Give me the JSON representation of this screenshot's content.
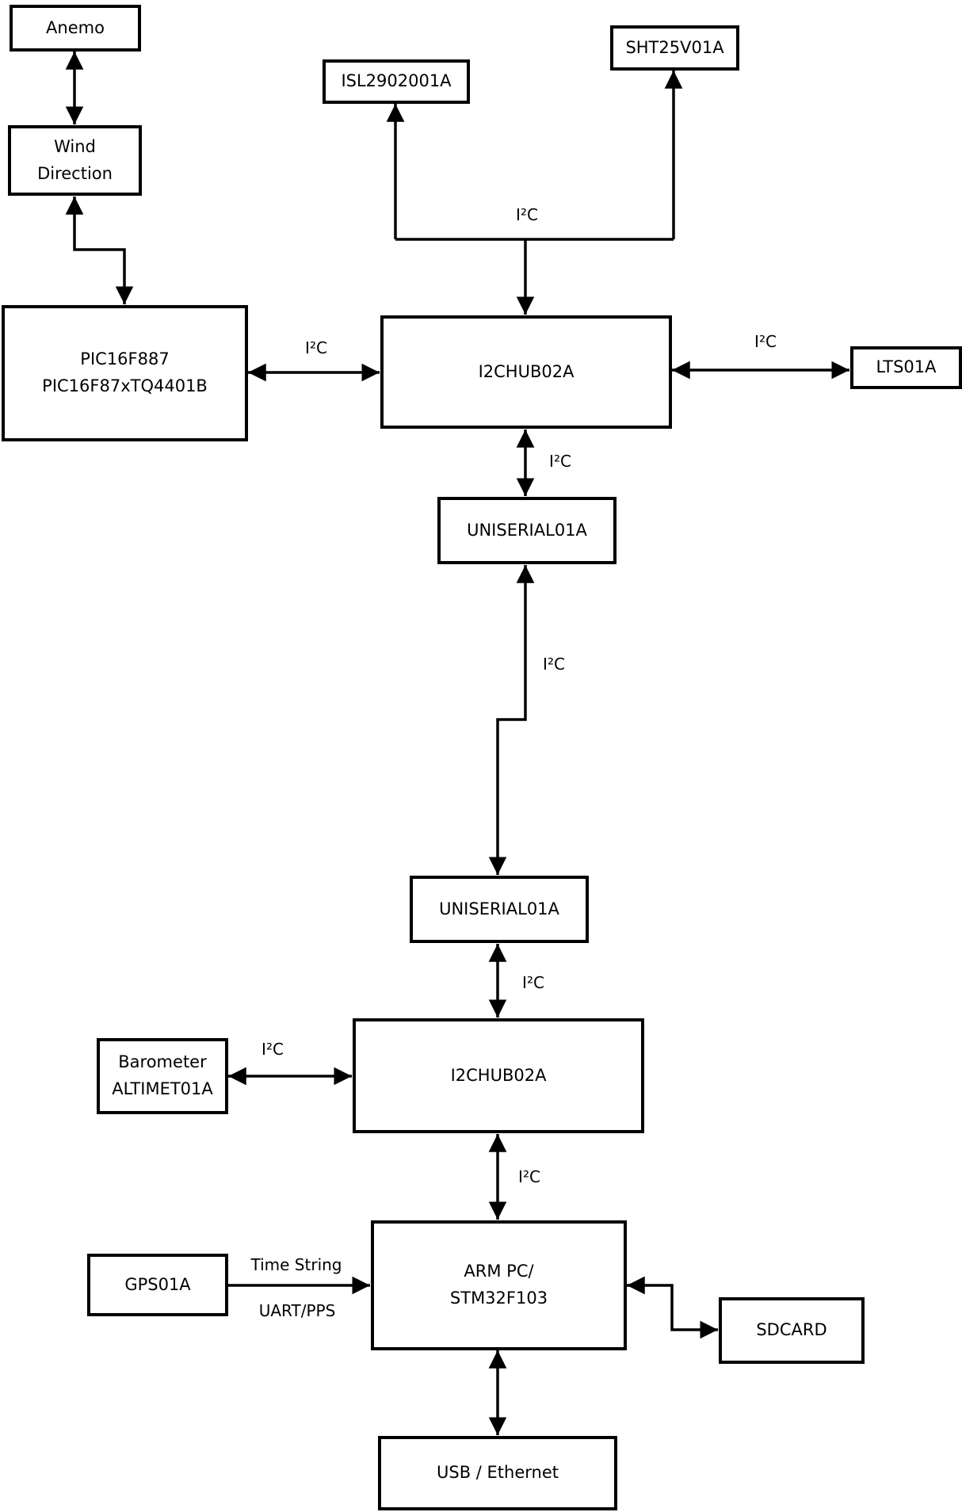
{
  "diagram": {
    "nodes": {
      "anemo": {
        "label": "Anemo"
      },
      "wind_direction": {
        "lines": [
          "Wind",
          "Direction"
        ]
      },
      "pic": {
        "lines": [
          "PIC16F887",
          "PIC16F87xTQ4401B"
        ]
      },
      "isl": {
        "label": "ISL2902001A"
      },
      "sht": {
        "label": "SHT25V01A"
      },
      "hub_top": {
        "label": "I2CHUB02A"
      },
      "lts": {
        "label": "LTS01A"
      },
      "uniserial_top": {
        "label": "UNISERIAL01A"
      },
      "uniserial_bottom": {
        "label": "UNISERIAL01A"
      },
      "barometer": {
        "lines": [
          "Barometer",
          "ALTIMET01A"
        ]
      },
      "hub_bottom": {
        "label": "I2CHUB02A"
      },
      "gps": {
        "label": "GPS01A"
      },
      "armpc": {
        "lines": [
          "ARM PC/",
          "STM32F103"
        ]
      },
      "sdcard": {
        "label": "SDCARD"
      },
      "usb": {
        "label": "USB / Ethernet"
      }
    },
    "edge_labels": {
      "pic_hub": "I²C",
      "bus_top": "I²C",
      "hub_lts": "I²C",
      "hub_uniserial": "I²C",
      "uniserial_link": "I²C",
      "uniserial_hub2": "I²C",
      "barometer_hub2": "I²C",
      "hub2_armpc": "I²C",
      "gps_time": "Time String",
      "gps_uart": "UART/PPS"
    },
    "colors": {
      "line": "#000000",
      "box_border": "#000000",
      "background": "#ffffff",
      "text": "#000000"
    }
  }
}
